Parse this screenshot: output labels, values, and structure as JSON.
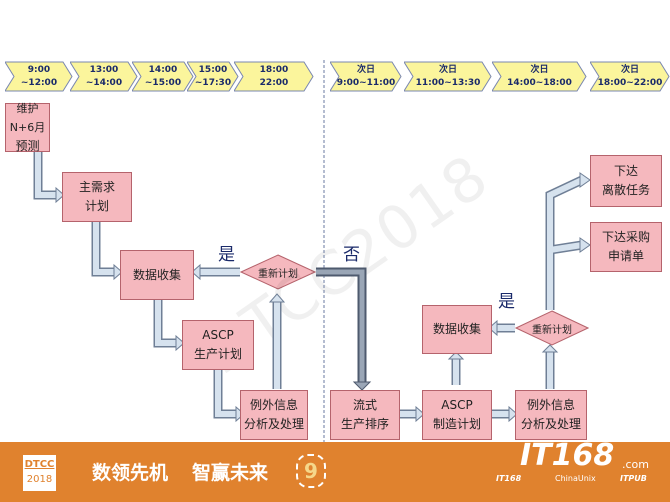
{
  "timeline_left": [
    {
      "l1": "9:00",
      "l2": "~12:00"
    },
    {
      "l1": "13:00",
      "l2": "~14:00"
    },
    {
      "l1": "14:00",
      "l2": "~15:00"
    },
    {
      "l1": "15:00",
      "l2": "~17:30"
    },
    {
      "l1": "18:00",
      "l2": "22:00"
    }
  ],
  "timeline_right": [
    {
      "l1": "次日",
      "l2": "9:00~11:00"
    },
    {
      "l1": "次日",
      "l2": "11:00~13:30"
    },
    {
      "l1": "次日",
      "l2": "14:00~18:00"
    },
    {
      "l1": "次日",
      "l2": "18:00~22:00"
    }
  ],
  "boxes": {
    "forecast": {
      "l1": "维护N+6月",
      "l2": "预测"
    },
    "mps": {
      "l1": "主需求",
      "l2": "计划"
    },
    "collect_left": {
      "l1": "数据收集"
    },
    "ascp_prod": {
      "l1": "ASCP",
      "l2": "生产计划"
    },
    "exception_left": {
      "l1": "例外信息",
      "l2": "分析及处理"
    },
    "flow": {
      "l1": "流式",
      "l2": "生产排序"
    },
    "ascp_mfg": {
      "l1": "ASCP",
      "l2": "制造计划"
    },
    "exception_right": {
      "l1": "例外信息",
      "l2": "分析及处理"
    },
    "collect_right": {
      "l1": "数据收集"
    },
    "release_job": {
      "l1": "下达",
      "l2": "离散任务"
    },
    "release_po": {
      "l1": "下达采购",
      "l2": "申请单"
    }
  },
  "decisions": {
    "left": "重新计划",
    "right": "重新计划"
  },
  "labels": {
    "yes_left": "是",
    "no": "否",
    "yes_right": "是"
  },
  "watermark": "DTCC2018",
  "footer": {
    "logo_top": "DTCC",
    "logo_year": "2018",
    "slogan": "数领先机",
    "slogan2": "智赢未来",
    "edition": "9",
    "brand": "IT168",
    "brand_com": ".com",
    "sub1": "IT168",
    "sub2": "ChinaUnix",
    "sub3": "ITPUB"
  }
}
